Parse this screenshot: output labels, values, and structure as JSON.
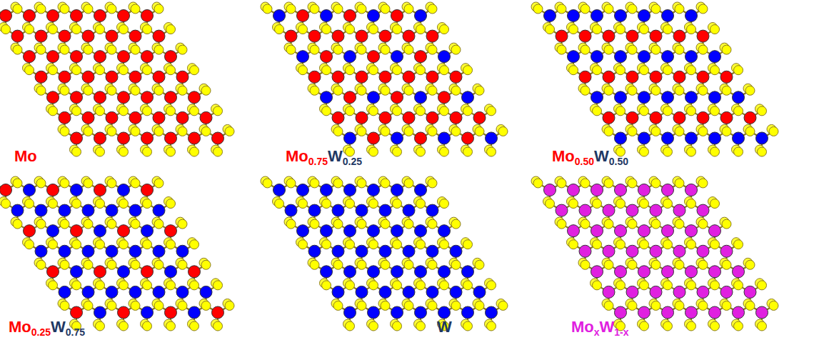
{
  "diagram": {
    "labels": [
      "Mo",
      "Mo",
      "0.75",
      "W",
      "0.25",
      "Mo",
      "0.50",
      "W",
      "0.50",
      "Mo",
      "0.25",
      "W",
      "0.75",
      "W",
      "Mo",
      "x",
      "W",
      "1-x"
    ]
  }
}
